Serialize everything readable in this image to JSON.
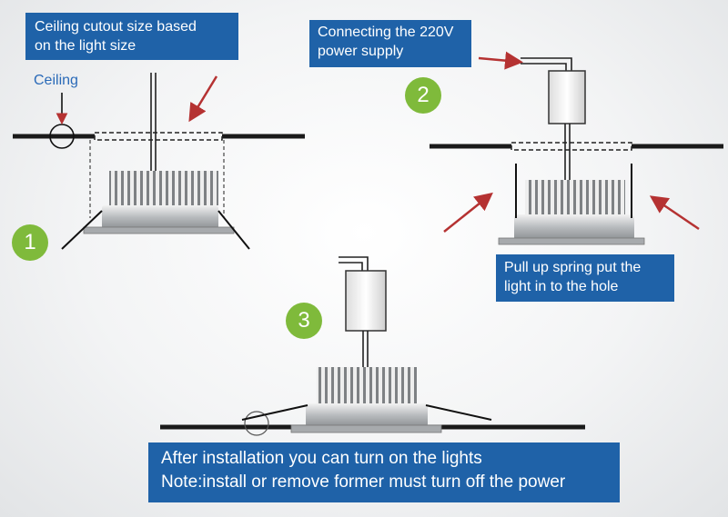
{
  "labels": {
    "cutout_line1": "Ceiling cutout size based",
    "cutout_line2": "on the light size",
    "ceiling": "Ceiling",
    "power_line1": "Connecting the 220V",
    "power_line2": "power supply",
    "spring_line1": "Pull up spring put the",
    "spring_line2": "light in to the hole",
    "note_line1": "After installation you can turn on the lights",
    "note_line2": "Note:install or remove former must turn off the power"
  },
  "steps": [
    "1",
    "2",
    "3"
  ],
  "colors": {
    "box_bg": "#1f62a8",
    "step_bg": "#7fba3b",
    "arrow": "#b53232",
    "ceiling_label": "#2a6ab8"
  }
}
